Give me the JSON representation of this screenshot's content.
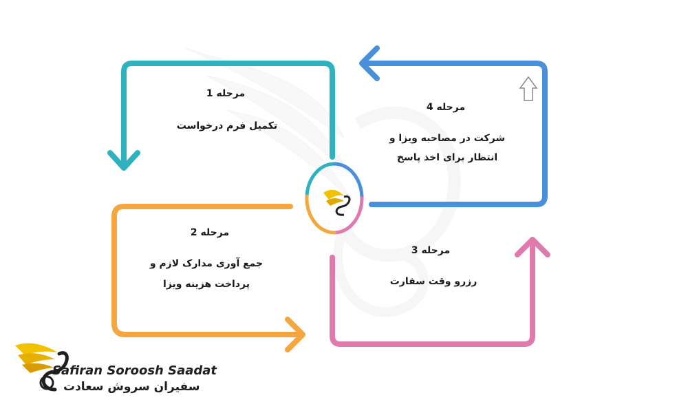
{
  "colors": {
    "step1": "#2eb3be",
    "step2": "#f5a63f",
    "step3": "#e07aac",
    "step4": "#4a8fdc",
    "logo_gold": "#f2c200",
    "text": "#1a1a1a"
  },
  "steps": [
    {
      "title": "مرحله 1",
      "text": [
        "تکمیل فرم درخواست"
      ]
    },
    {
      "title": "مرحله 2",
      "text": [
        "جمع آوری مدارک لازم و",
        "پرداخت هزینه ویزا"
      ]
    },
    {
      "title": "مرحله 3",
      "text": [
        "رزرو وقت سفارت"
      ]
    },
    {
      "title": "مرحله 4",
      "text": [
        "شرکت در مصاحبه ویزا و",
        "انتظار برای اخذ پاسخ"
      ]
    }
  ],
  "brand": {
    "name_en": "Safiran Soroosh Saadat",
    "name_fa": "سفیران سروش سعادت"
  }
}
